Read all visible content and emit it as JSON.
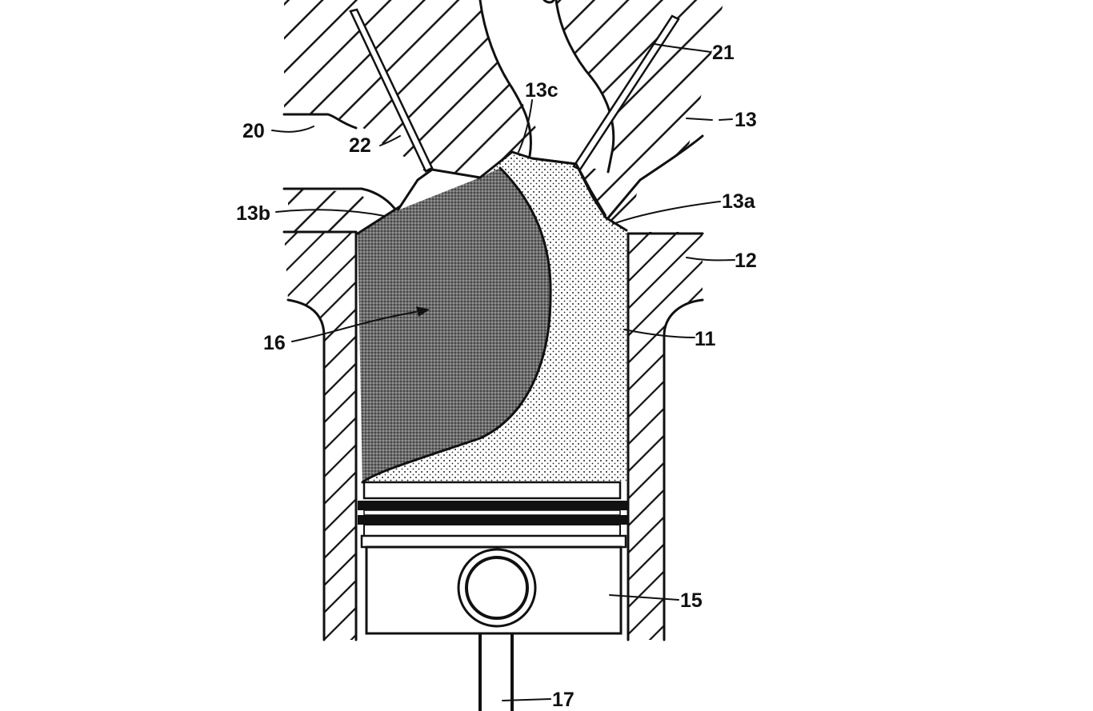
{
  "figure": {
    "labels": {
      "l21": "21",
      "l13c": "13c",
      "l13": "13",
      "l20": "20",
      "l22": "22",
      "l13a": "13a",
      "l13b": "13b",
      "l12": "12",
      "l16": "16",
      "l11": "11",
      "l15": "15",
      "l17": "17"
    }
  }
}
